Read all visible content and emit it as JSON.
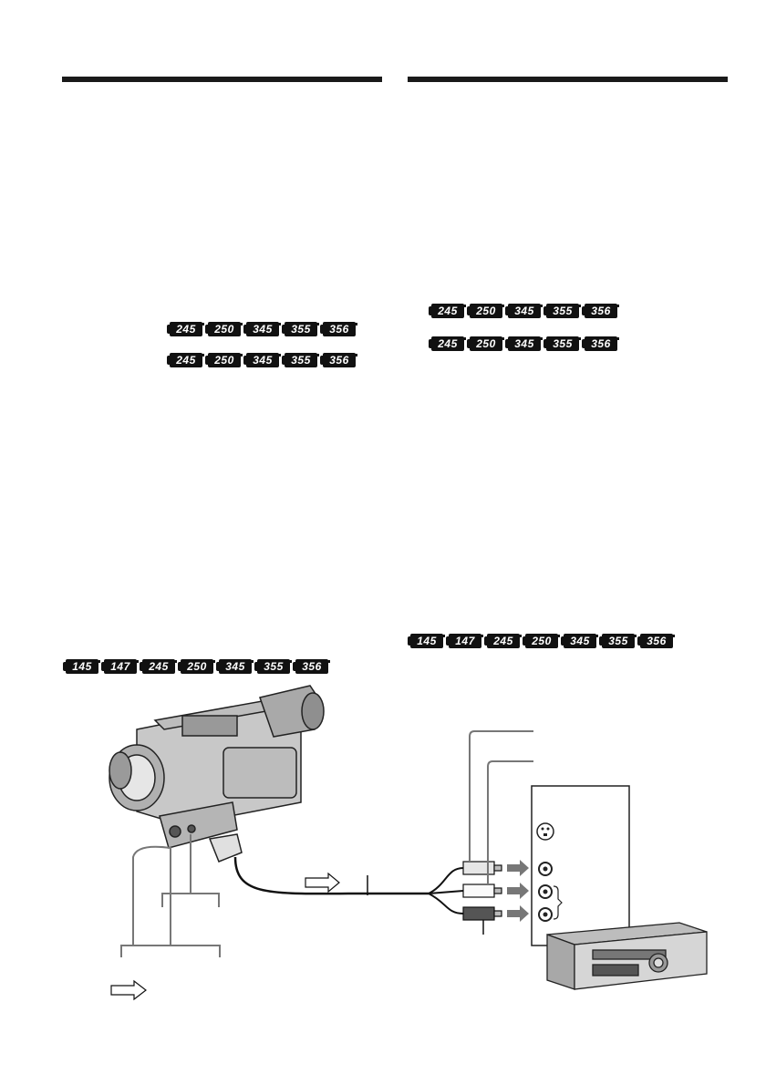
{
  "left_column": {
    "badge_row_1": [
      "245",
      "250",
      "345",
      "355",
      "356"
    ],
    "badge_row_2": [
      "245",
      "250",
      "345",
      "355",
      "356"
    ],
    "badge_row_3": [
      "145",
      "147",
      "245",
      "250",
      "345",
      "355",
      "356"
    ]
  },
  "right_column": {
    "badge_row_1": [
      "245",
      "250",
      "345",
      "355",
      "356"
    ],
    "badge_row_2": [
      "245",
      "250",
      "345",
      "355",
      "356"
    ],
    "badge_row_3": [
      "145",
      "147",
      "245",
      "250",
      "345",
      "355",
      "356"
    ]
  }
}
